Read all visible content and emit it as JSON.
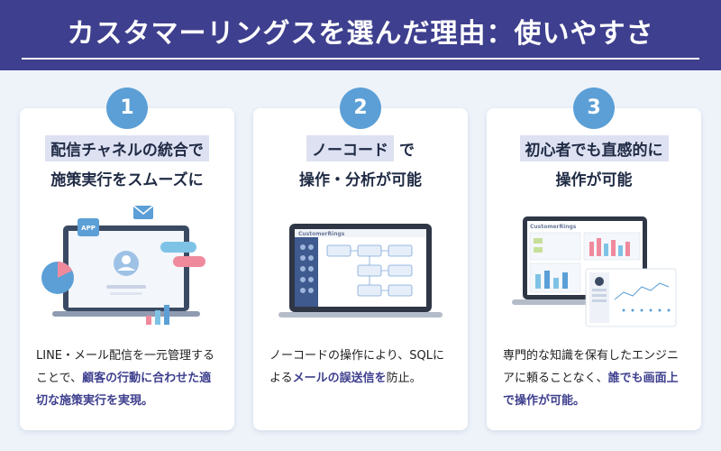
{
  "header": {
    "title": "カスタマーリングスを選んだ理由：使いやすさ"
  },
  "cards": [
    {
      "number": "1",
      "title_highlight": "配信チャネルの統合で",
      "title_line2": "施策実行をスムーズに",
      "illus_badge": "APP",
      "desc_plain1": "LINE・メール配信を一元管理することで、",
      "desc_accent1": "顧客の行動に合わせた適切な施策実行を実現。",
      "desc_plain2": ""
    },
    {
      "number": "2",
      "title_highlight": "ノーコード",
      "title_suffix": "で",
      "title_line2": "操作・分析が可能",
      "illus_logo": "CustomerRings",
      "desc_plain1": "ノーコードの操作により、SQLによる",
      "desc_accent1": "メールの誤送信を",
      "desc_plain2": "防止。"
    },
    {
      "number": "3",
      "title_highlight": "初心者でも直感的に",
      "title_line2": "操作が可能",
      "illus_logo": "CustomerRings",
      "desc_plain1": "専門的な知識を保有したエンジニアに頼ることなく、",
      "desc_accent1": "誰でも画面上で操作が可能。",
      "desc_plain2": ""
    }
  ],
  "colors": {
    "header_bg": "#3e3f8e",
    "number_badge": "#5b9fd6",
    "highlight_bg": "#dde1f2",
    "accent_text": "#3e3f8e",
    "page_bg": "#eef3fa"
  }
}
